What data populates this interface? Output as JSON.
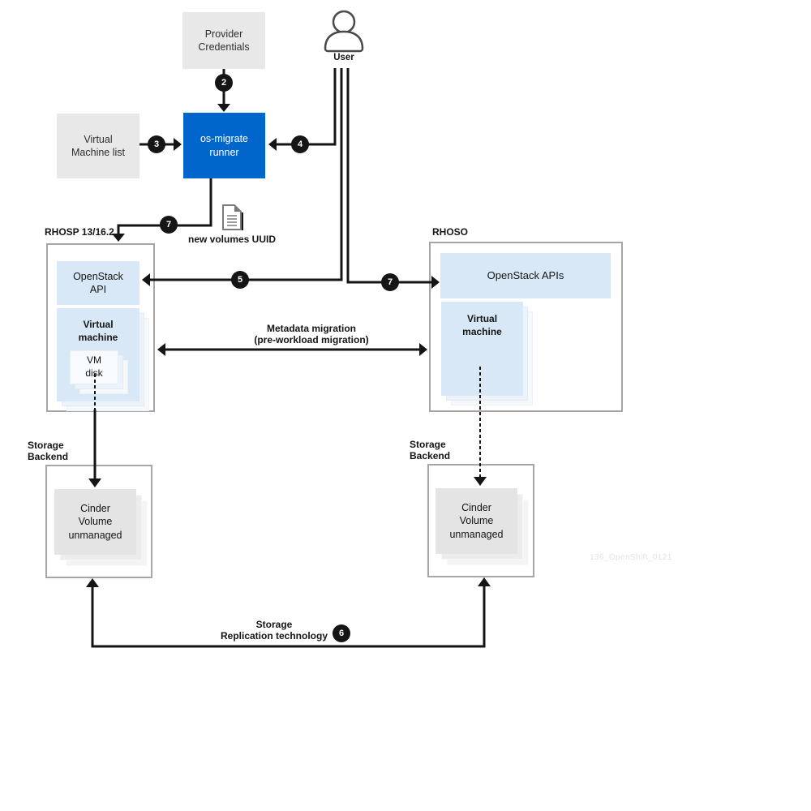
{
  "colors": {
    "runner_blue": "#0066CC",
    "light_blue": "#D9E8F6",
    "node_gray": "#E8E8E8",
    "container_border": "#A6A6A6",
    "ink": "#151515"
  },
  "user": {
    "label": "User"
  },
  "nodes": {
    "provider_credentials": {
      "label": "Provider\nCredentials"
    },
    "virtual_machine_list": {
      "label": "Virtual\nMachine list"
    },
    "os_migrate_runner": {
      "label": "os-migrate\nrunner"
    },
    "new_volumes_uuid": {
      "label": "new volumes UUID"
    },
    "rhosp": {
      "label": "RHOSP 13/16.2",
      "openstack_api": "OpenStack\nAPI",
      "virtual_machine": "Virtual\nmachine",
      "vm_disk": "VM\ndisk"
    },
    "rhoso": {
      "label": "RHOSO",
      "openstack_apis": "OpenStack APIs",
      "virtual_machine": "Virtual\nmachine"
    },
    "storage_left": {
      "label": "Storage\nBackend",
      "cinder": "Cinder\nVolume\nunmanaged"
    },
    "storage_right": {
      "label": "Storage\nBackend",
      "cinder": "Cinder\nVolume\nunmanaged"
    }
  },
  "edges": {
    "metadata_migration": "Metadata migration\n(pre-workload migration)",
    "storage_replication": "Storage\nReplication technology"
  },
  "steps": [
    "2",
    "3",
    "4",
    "7",
    "5",
    "7",
    "6"
  ],
  "watermark": "136_OpenShift_0121"
}
